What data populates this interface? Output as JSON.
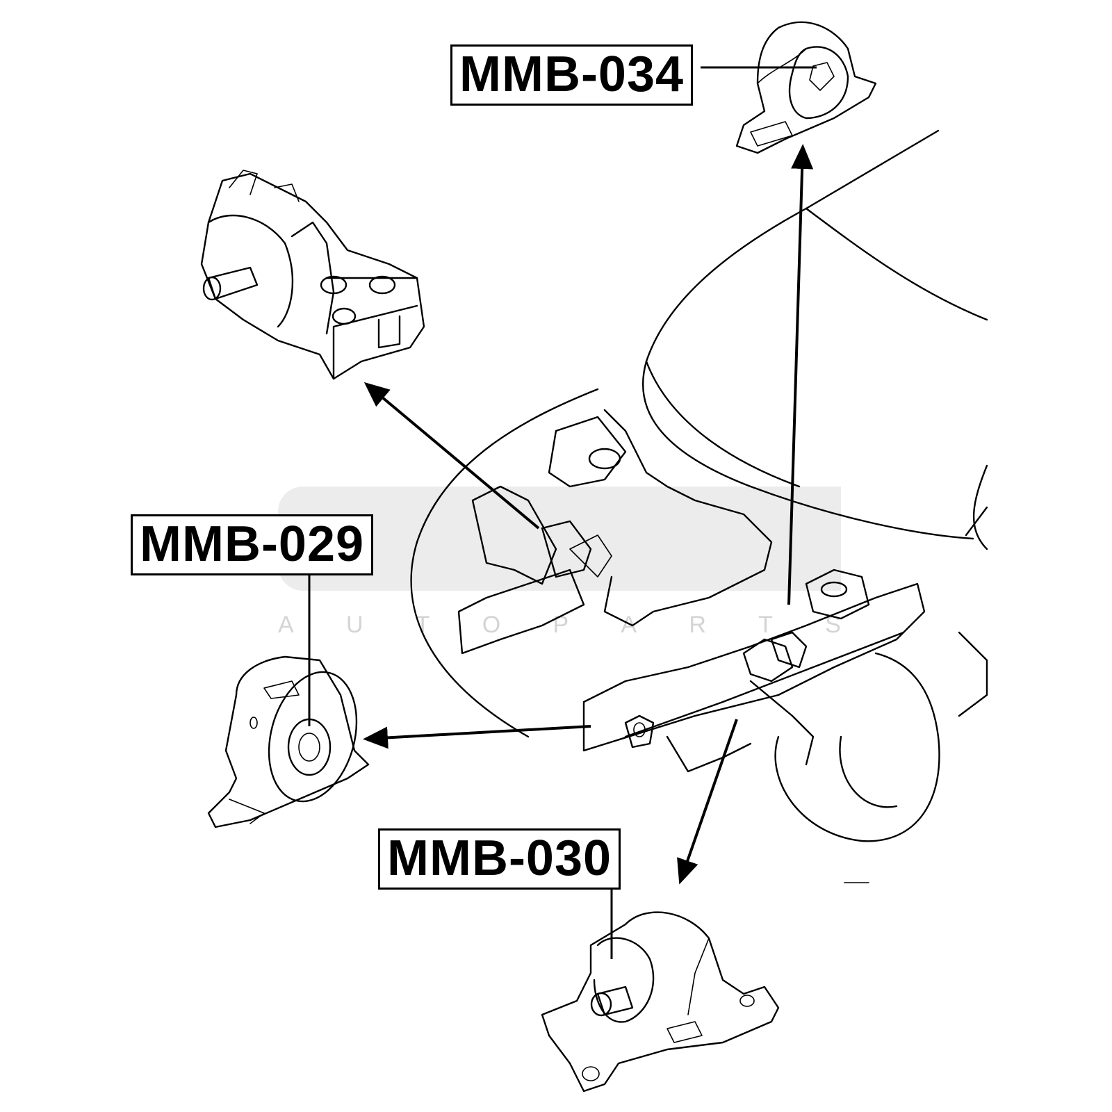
{
  "labels": {
    "top_right": "MMB-034",
    "middle_left": "MMB-029",
    "bottom_center": "MMB-030"
  },
  "watermark": {
    "sub_letters": [
      "A",
      "U",
      "T",
      "O",
      "P",
      "A",
      "R",
      "T",
      "S"
    ]
  },
  "colors": {
    "ink": "#000000",
    "background": "#ffffff",
    "watermark": "#e6e6e6"
  }
}
